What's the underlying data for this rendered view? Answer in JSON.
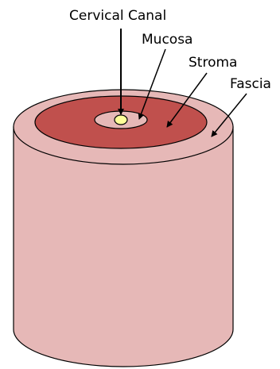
{
  "labels": {
    "cervical_canal": "Cervical Canal",
    "mucosa": "Mucosa",
    "stroma": "Stroma",
    "fascia": "Fascia"
  },
  "colors": {
    "fascia_fill": "#e6b8b7",
    "stroma_fill": "#c0504d",
    "mucosa_fill": "#e6b8b7",
    "canal_fill": "#ffff99",
    "outline": "#000000"
  }
}
